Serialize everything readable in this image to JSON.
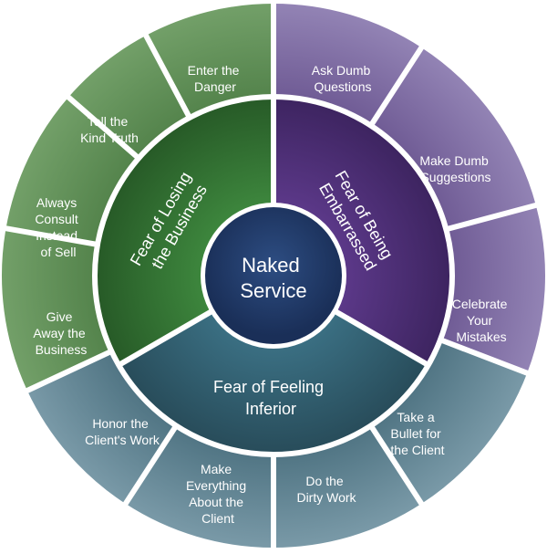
{
  "center": {
    "lines": [
      "Naked",
      "Service"
    ]
  },
  "inner_segments": [
    {
      "id": "losing-business",
      "lines": [
        "Fear of Losing",
        "the Business"
      ],
      "color": "green"
    },
    {
      "id": "being-embarrassed",
      "lines": [
        "Fear of Being",
        "Embarrassed"
      ],
      "color": "purple"
    },
    {
      "id": "feeling-inferior",
      "lines": [
        "Fear of Feeling",
        "Inferior"
      ],
      "color": "teal"
    }
  ],
  "outer_segments": [
    {
      "id": "ask-dumb-questions",
      "lines": [
        "Ask Dumb",
        "Questions"
      ],
      "group": "being-embarrassed"
    },
    {
      "id": "make-dumb-suggestions",
      "lines": [
        "Make Dumb",
        "Suggestions"
      ],
      "group": "being-embarrassed"
    },
    {
      "id": "celebrate-your-mistakes",
      "lines": [
        "Celebrate",
        "Your",
        "Mistakes"
      ],
      "group": "being-embarrassed"
    },
    {
      "id": "take-a-bullet",
      "lines": [
        "Take a",
        "Bullet for",
        "the Client"
      ],
      "group": "feeling-inferior"
    },
    {
      "id": "do-the-dirty-work",
      "lines": [
        "Do the",
        "Dirty Work"
      ],
      "group": "feeling-inferior"
    },
    {
      "id": "make-everything-about-client",
      "lines": [
        "Make",
        "Everything",
        "About the",
        "Client"
      ],
      "group": "feeling-inferior"
    },
    {
      "id": "honor-clients-work",
      "lines": [
        "Honor the",
        "Client's Work"
      ],
      "group": "feeling-inferior"
    },
    {
      "id": "give-away-business",
      "lines": [
        "Give",
        "Away the",
        "Business"
      ],
      "group": "losing-business"
    },
    {
      "id": "always-consult",
      "lines": [
        "Always",
        "Consult",
        "Instead",
        "of Sell"
      ],
      "group": "losing-business"
    },
    {
      "id": "tell-kind-truth",
      "lines": [
        "Tell the",
        "Kind Truth"
      ],
      "group": "losing-business"
    },
    {
      "id": "enter-the-danger",
      "lines": [
        "Enter the",
        "Danger"
      ],
      "group": "losing-business"
    }
  ],
  "colors": {
    "background": "#ffffff",
    "separator": "#ffffff",
    "center_fill": "#1f3864",
    "green_inner": "#2e6b2e",
    "green_outer": "#5e8d55",
    "purple_inner": "#4a2c72",
    "purple_outer": "#7d6aa0",
    "teal_inner": "#2f5a6a",
    "teal_outer": "#5a7f8e"
  }
}
